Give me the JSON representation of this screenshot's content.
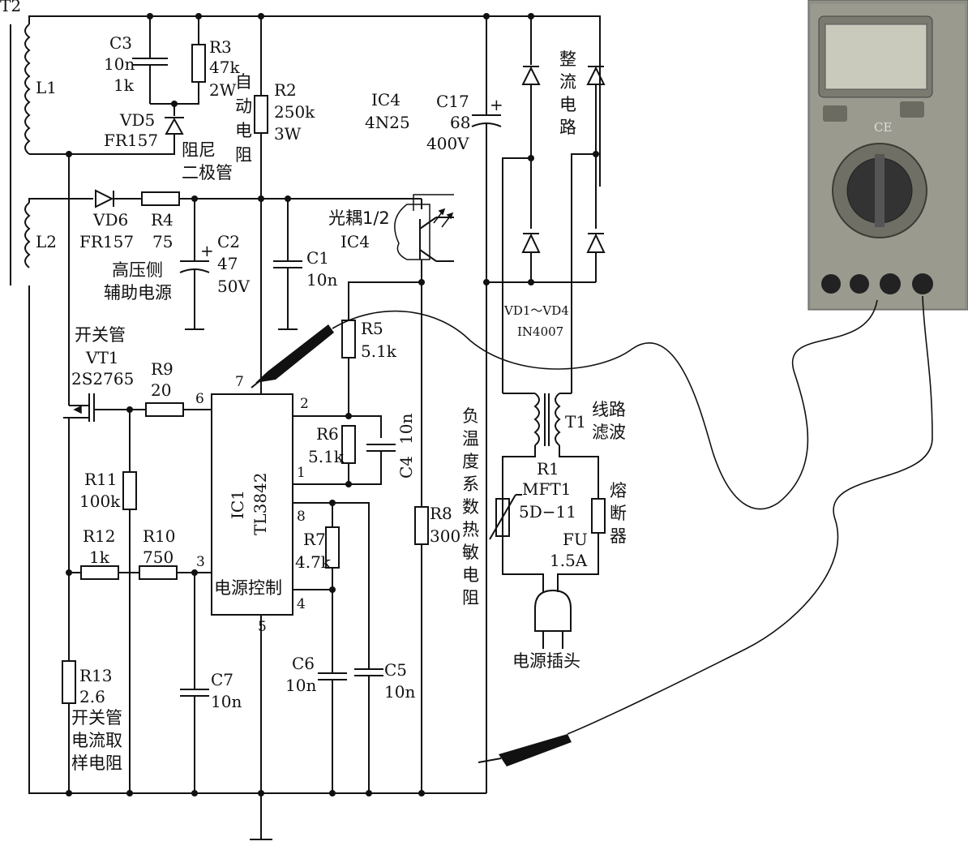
{
  "transformer": {
    "name": "T2",
    "primary": "L1",
    "secondary": "L2"
  },
  "damper": {
    "c3": {
      "name": "C3",
      "value": "10n",
      "voltage": "1k"
    },
    "r3": {
      "name": "R3",
      "value": "47k",
      "power": "2W"
    },
    "vd5": {
      "name": "VD5",
      "part": "FR157"
    },
    "desc": [
      "阻尼",
      "二极管"
    ]
  },
  "startup": {
    "desc": [
      "自",
      "动",
      "电",
      "阻"
    ],
    "r2": {
      "name": "R2",
      "value": "250k",
      "power": "3W"
    }
  },
  "optocoupler": {
    "name": "IC4",
    "part": "4N25",
    "label": "光耦1/2",
    "label2": "IC4"
  },
  "bulk_cap": {
    "name": "C17",
    "value": "68",
    "voltage": "400V",
    "polarity": "+"
  },
  "rectifier": {
    "desc": [
      "整",
      "流",
      "电",
      "路"
    ],
    "name": "VD1～VD4",
    "part": "IN4007"
  },
  "aux": {
    "vd6": {
      "name": "VD6",
      "part": "FR157"
    },
    "r4": {
      "name": "R4",
      "value": "75"
    },
    "c2": {
      "name": "C2",
      "value": "47",
      "voltage": "50V",
      "polarity": "+"
    },
    "desc": [
      "高压侧",
      "辅助电源"
    ]
  },
  "c1": {
    "name": "C1",
    "value": "10n"
  },
  "switch": {
    "desc": "开关管",
    "name": "VT1",
    "part": "2S2765"
  },
  "r9": {
    "name": "R9",
    "value": "20"
  },
  "r5": {
    "name": "R5",
    "value": "5.1k"
  },
  "r6": {
    "name": "R6",
    "value": "5.1k"
  },
  "c4": {
    "name": "C4",
    "value": "10n"
  },
  "ic1": {
    "name": "IC1",
    "part": "TL3842",
    "desc": "电源控制",
    "pins": {
      "p1": "1",
      "p2": "2",
      "p3": "3",
      "p4": "4",
      "p5": "5",
      "p6": "6",
      "p7": "7",
      "p8": "8"
    }
  },
  "r11": {
    "name": "R11",
    "value": "100k"
  },
  "r12": {
    "name": "R12",
    "value": "1k"
  },
  "r10": {
    "name": "R10",
    "value": "750"
  },
  "r7": {
    "name": "R7",
    "value": "4.7k"
  },
  "r8": {
    "name": "R8",
    "value": "300"
  },
  "r13": {
    "name": "R13",
    "value": "2.6",
    "desc": [
      "开关管",
      "电流取",
      "样电阻"
    ]
  },
  "c7": {
    "name": "C7",
    "value": "10n"
  },
  "c6": {
    "name": "C6",
    "value": "10n"
  },
  "c5": {
    "name": "C5",
    "value": "10n"
  },
  "thermistor": {
    "desc": [
      "负",
      "温",
      "度",
      "系",
      "数",
      "热",
      "敏",
      "电",
      "阻"
    ],
    "name": "R1",
    "part": "MFT1",
    "model": "5D−11"
  },
  "line_filter": {
    "name": "T1",
    "desc": [
      "线路",
      "滤波"
    ]
  },
  "fuse": {
    "desc": [
      "熔",
      "断",
      "器"
    ],
    "name": "FU",
    "rating": "1.5A"
  },
  "plug": {
    "label": "电源插头"
  },
  "colors": {
    "line": "#111111",
    "meter_body": "#8a8a80",
    "probe": "#111111"
  }
}
